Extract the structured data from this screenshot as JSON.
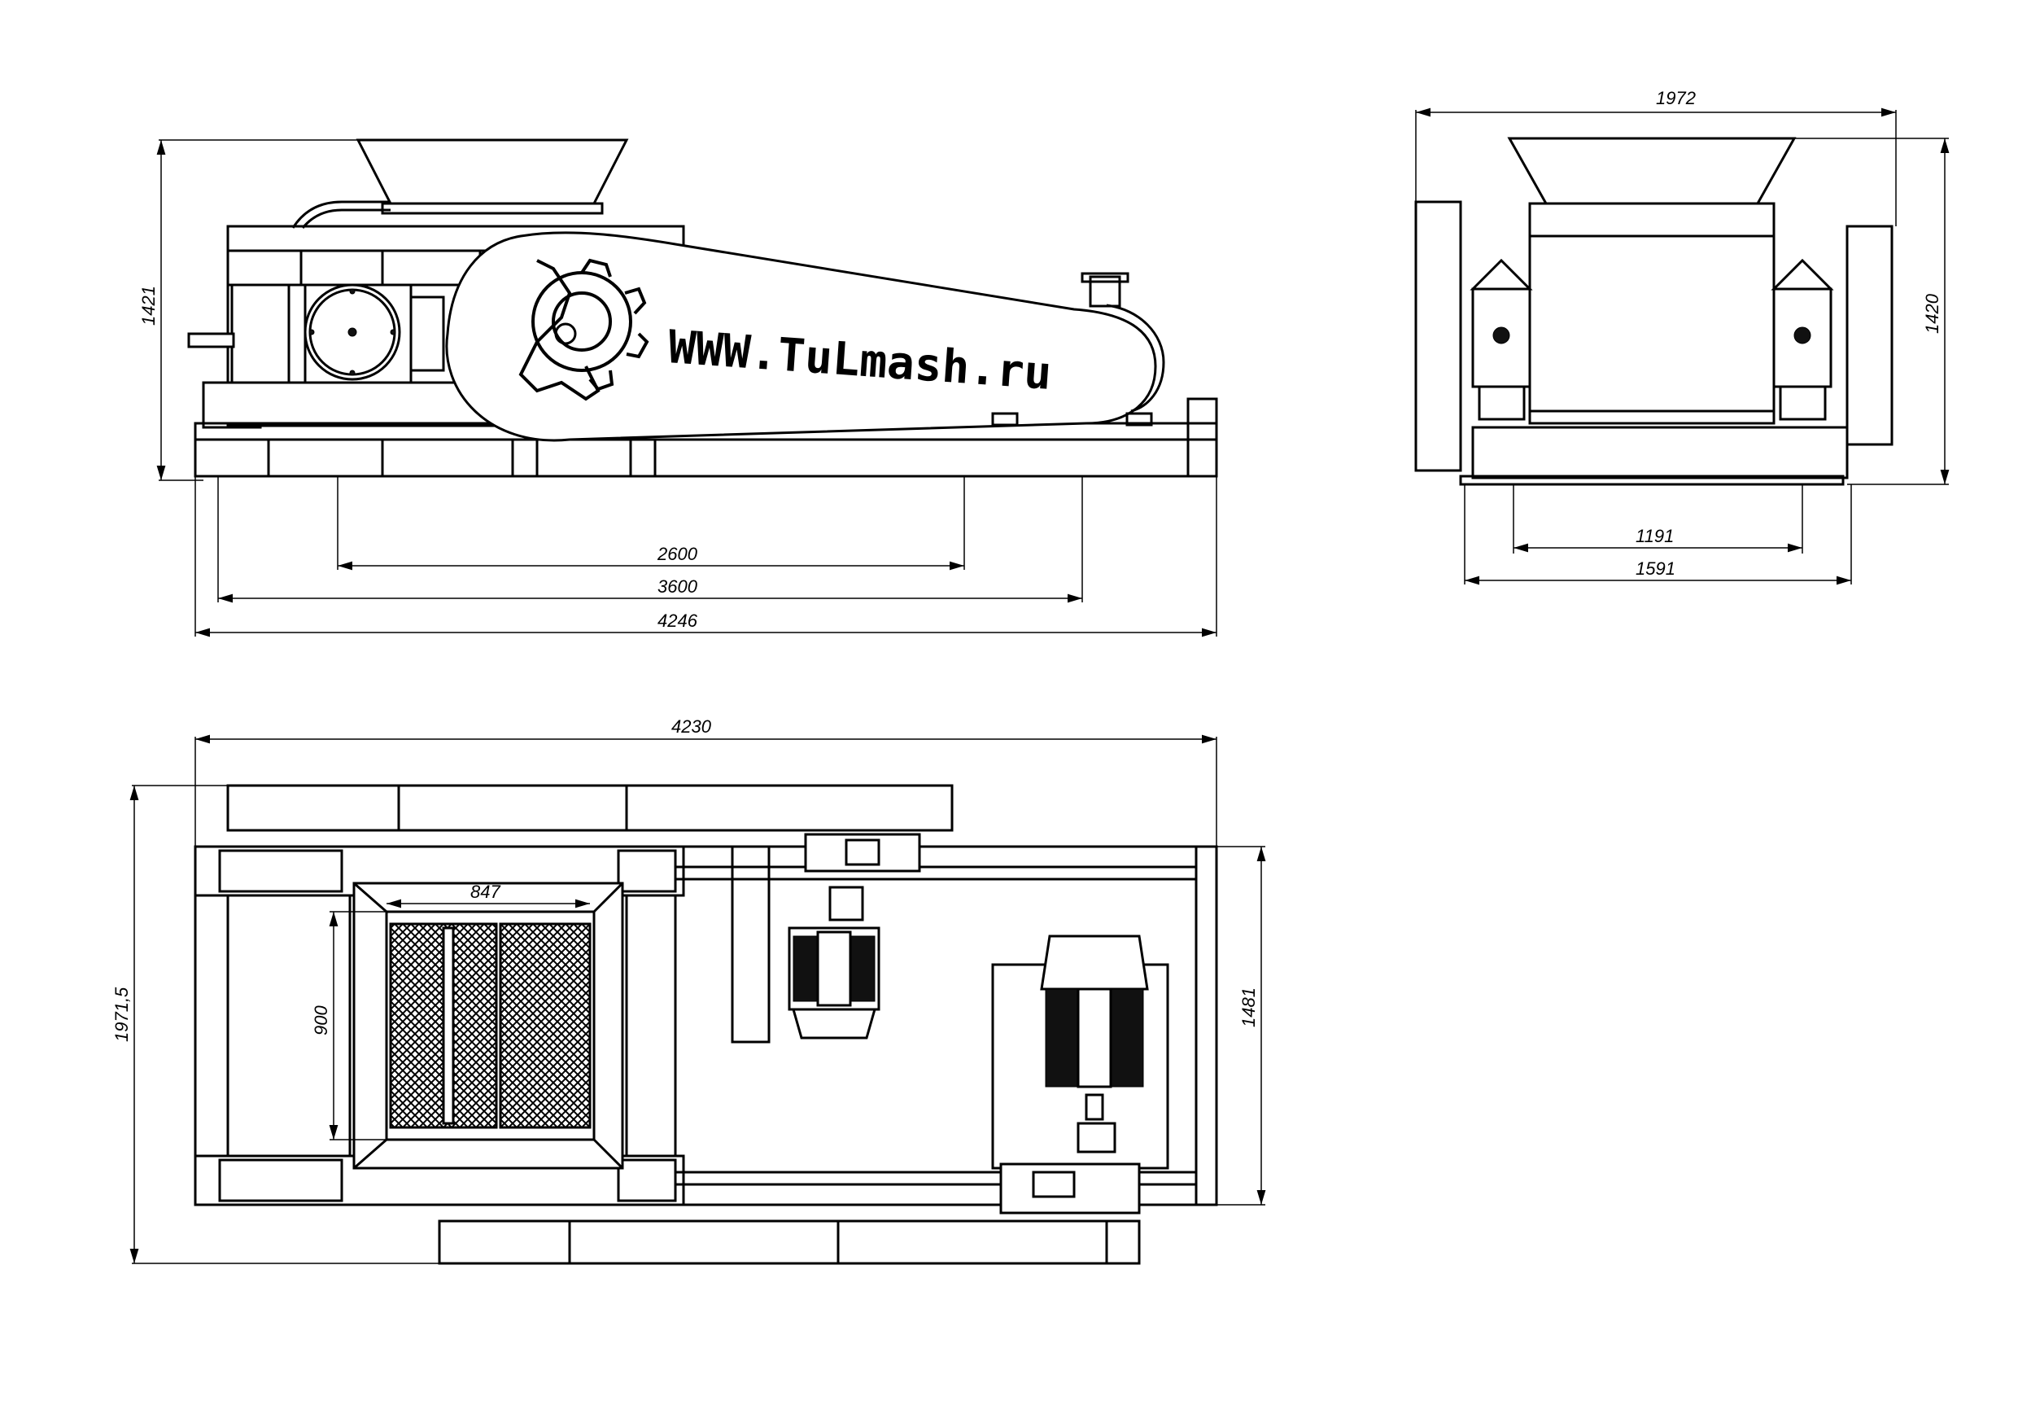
{
  "logo": {
    "text": "WWW.TuLmash.ru"
  },
  "dimensions": {
    "side_height": "1421",
    "side_span_2600": "2600",
    "side_span_3600": "3600",
    "side_span_4246": "4246",
    "front_width_top": "1972",
    "front_height": "1420",
    "front_span_1191": "1191",
    "front_span_1591": "1591",
    "plan_width": "4230",
    "plan_height_left": "1971,5",
    "plan_height_right": "1481",
    "plan_roll_width": "847",
    "plan_roll_length": "900"
  },
  "colors": {
    "line": "#000000",
    "background": "#ffffff"
  },
  "icons": {
    "logo_mark": "gear-crusher-logo-icon"
  }
}
